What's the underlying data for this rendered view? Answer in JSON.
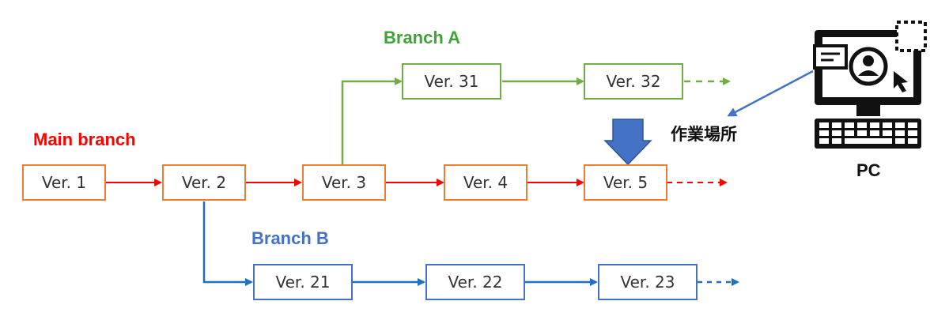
{
  "main_branch": {
    "label": "Main branch",
    "color": "#FF0000",
    "versions": [
      "Ver. 1",
      "Ver. 2",
      "Ver. 3",
      "Ver. 4",
      "Ver. 5"
    ]
  },
  "branch_a": {
    "label": "Branch A",
    "color": "#70AD47",
    "versions": [
      "Ver. 31",
      "Ver. 32"
    ]
  },
  "branch_b": {
    "label": "Branch B",
    "color": "#4472C4",
    "versions": [
      "Ver. 21",
      "Ver. 22",
      "Ver. 23"
    ]
  },
  "workspace_label": "作業場所",
  "pc_label": "PC",
  "colors": {
    "main_box_border": "#ED7D31",
    "pointer_arrow": "#4472C4"
  },
  "icons": [
    "pc-monitor-icon",
    "down-arrow-icon"
  ]
}
